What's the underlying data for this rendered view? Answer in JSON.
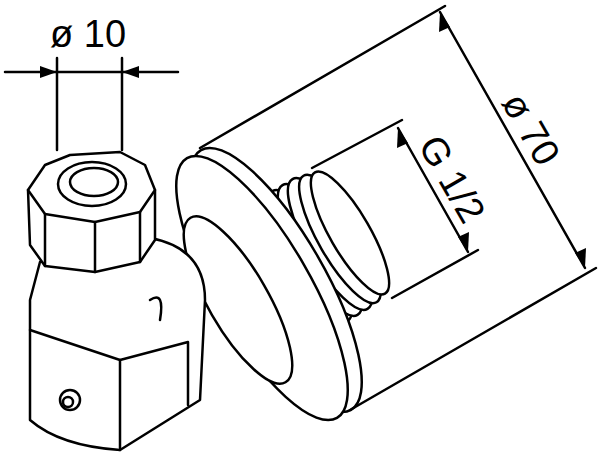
{
  "diagram": {
    "labels": [
      "ø 10",
      "G 1/2",
      "ø 70"
    ]
  }
}
